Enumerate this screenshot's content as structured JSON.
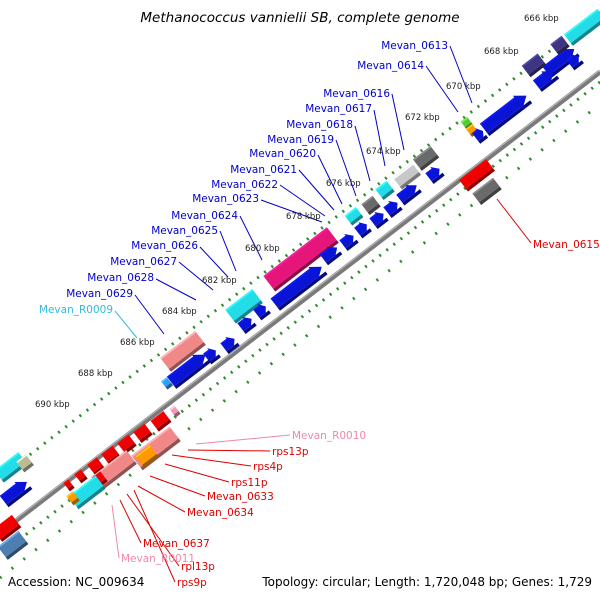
{
  "title": "Methanococcus vannielii SB, complete genome",
  "footer": {
    "accession": "Accession: NC_009634",
    "summary": "Topology: circular; Length: 1,720,048 bp; Genes: 1,729"
  },
  "colors": {
    "blue_label": "#0000cc",
    "red_label": "#dd0000",
    "cyan_label": "#33bbdd",
    "pink_label": "#ee88aa",
    "backbone": "#7a7a7a",
    "ruler": "#2e8b2e"
  },
  "kbp_ticks": [
    {
      "id": "kbp-666",
      "label": "666 kbp"
    },
    {
      "id": "kbp-668",
      "label": "668 kbp"
    },
    {
      "id": "kbp-670",
      "label": "670 kbp"
    },
    {
      "id": "kbp-672",
      "label": "672 kbp"
    },
    {
      "id": "kbp-674",
      "label": "674 kbp"
    },
    {
      "id": "kbp-676",
      "label": "676 kbp"
    },
    {
      "id": "kbp-678",
      "label": "678 kbp"
    },
    {
      "id": "kbp-680",
      "label": "680 kbp"
    },
    {
      "id": "kbp-682",
      "label": "682 kbp"
    },
    {
      "id": "kbp-684",
      "label": "684 kbp"
    },
    {
      "id": "kbp-686",
      "label": "686 kbp"
    },
    {
      "id": "kbp-688",
      "label": "688 kbp"
    },
    {
      "id": "kbp-690",
      "label": "690 kbp"
    }
  ],
  "gene_labels": [
    {
      "id": "mevan-0613",
      "text": "Mevan_0613",
      "kind": "blue"
    },
    {
      "id": "mevan-0614",
      "text": "Mevan_0614",
      "kind": "blue"
    },
    {
      "id": "mevan-0616",
      "text": "Mevan_0616",
      "kind": "blue"
    },
    {
      "id": "mevan-0617",
      "text": "Mevan_0617",
      "kind": "blue"
    },
    {
      "id": "mevan-0618",
      "text": "Mevan_0618",
      "kind": "blue"
    },
    {
      "id": "mevan-0619",
      "text": "Mevan_0619",
      "kind": "blue"
    },
    {
      "id": "mevan-0620",
      "text": "Mevan_0620",
      "kind": "blue"
    },
    {
      "id": "mevan-0621",
      "text": "Mevan_0621",
      "kind": "blue"
    },
    {
      "id": "mevan-0622",
      "text": "Mevan_0622",
      "kind": "blue"
    },
    {
      "id": "mevan-0623",
      "text": "Mevan_0623",
      "kind": "blue"
    },
    {
      "id": "mevan-0624",
      "text": "Mevan_0624",
      "kind": "blue"
    },
    {
      "id": "mevan-0625",
      "text": "Mevan_0625",
      "kind": "blue"
    },
    {
      "id": "mevan-0626",
      "text": "Mevan_0626",
      "kind": "blue"
    },
    {
      "id": "mevan-0627",
      "text": "Mevan_0627",
      "kind": "blue"
    },
    {
      "id": "mevan-0628",
      "text": "Mevan_0628",
      "kind": "blue"
    },
    {
      "id": "mevan-0629",
      "text": "Mevan_0629",
      "kind": "blue"
    },
    {
      "id": "mevan-r0009",
      "text": "Mevan_R0009",
      "kind": "cyan"
    },
    {
      "id": "mevan-0615",
      "text": "Mevan_0615",
      "kind": "red"
    },
    {
      "id": "mevan-r0010",
      "text": "Mevan_R0010",
      "kind": "pink"
    },
    {
      "id": "rps13p",
      "text": "rps13p",
      "kind": "red"
    },
    {
      "id": "rps4p",
      "text": "rps4p",
      "kind": "red"
    },
    {
      "id": "rps11p",
      "text": "rps11p",
      "kind": "red"
    },
    {
      "id": "mevan-0633",
      "text": "Mevan_0633",
      "kind": "red"
    },
    {
      "id": "mevan-0634",
      "text": "Mevan_0634",
      "kind": "red"
    },
    {
      "id": "mevan-0637",
      "text": "Mevan_0637",
      "kind": "red"
    },
    {
      "id": "mevan-r0011",
      "text": "Mevan_R0011",
      "kind": "pink"
    },
    {
      "id": "rpl13p",
      "text": "rpl13p",
      "kind": "red"
    },
    {
      "id": "rps9p",
      "text": "rps9p",
      "kind": "red"
    }
  ]
}
